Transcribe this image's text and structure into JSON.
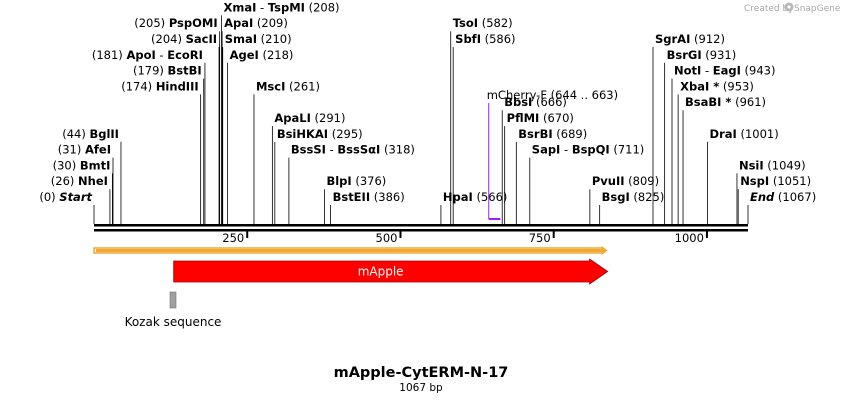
{
  "credit": {
    "prefix": "Created by",
    "brand": "SnapGene"
  },
  "plasmid": {
    "name": "mApple-CytERM-N-17",
    "length_label": "1067 bp",
    "length": 1067
  },
  "scale": {
    "ticks": [
      250,
      500,
      750,
      1000
    ]
  },
  "enzymes": [
    {
      "name": "Start",
      "pos": "(0)",
      "bp": 0,
      "row": 0,
      "kind": "end"
    },
    {
      "name": "NheI",
      "pos": "(26)",
      "bp": 26,
      "row": 1
    },
    {
      "name": "BmtI",
      "pos": "(30)",
      "bp": 30,
      "row": 2
    },
    {
      "name": "AfeI",
      "pos": "(31)",
      "bp": 31,
      "row": 3
    },
    {
      "name": "BglII",
      "pos": "(44)",
      "bp": 44,
      "row": 4
    },
    {
      "name": "HindIII",
      "pos": "(174)",
      "bp": 174,
      "row": 7
    },
    {
      "name": "BstBI",
      "pos": "(179)",
      "bp": 179,
      "row": 8
    },
    {
      "name": "ApoI",
      "pos": "(181)",
      "bp": 181,
      "row": 9,
      "pair": "EcoRI"
    },
    {
      "name": "SacII",
      "pos": "(204)",
      "bp": 204,
      "row": 10
    },
    {
      "name": "PspOMI",
      "pos": "(205)",
      "bp": 205,
      "row": 11
    },
    {
      "name": "XmaI",
      "pos": "(208)",
      "bp": 208,
      "row": 12,
      "pair": "TspMI",
      "posRight": true
    },
    {
      "name": "ApaI",
      "pos": "(209)",
      "bp": 209,
      "row": 11,
      "posRight": true
    },
    {
      "name": "SmaI",
      "pos": "(210)",
      "bp": 210,
      "row": 10,
      "posRight": true
    },
    {
      "name": "AgeI",
      "pos": "(218)",
      "bp": 218,
      "row": 9,
      "posRight": true
    },
    {
      "name": "MscI",
      "pos": "(261)",
      "bp": 261,
      "row": 7,
      "posRight": true
    },
    {
      "name": "ApaLI",
      "pos": "(291)",
      "bp": 291,
      "row": 5,
      "posRight": true
    },
    {
      "name": "BsiHKAI",
      "pos": "(295)",
      "bp": 295,
      "row": 4,
      "posRight": true
    },
    {
      "name": "BssSI",
      "pos": "(318)",
      "bp": 318,
      "row": 3,
      "pair": "BssSαI",
      "posRight": true
    },
    {
      "name": "BlpI",
      "pos": "(376)",
      "bp": 376,
      "row": 1,
      "posRight": true
    },
    {
      "name": "BstEII",
      "pos": "(386)",
      "bp": 386,
      "row": 0,
      "posRight": true
    },
    {
      "name": "HpaI",
      "pos": "(566)",
      "bp": 566,
      "row": 0,
      "posRight": true
    },
    {
      "name": "TsoI",
      "pos": "(582)",
      "bp": 582,
      "row": 11,
      "posRight": true
    },
    {
      "name": "SbfI",
      "pos": "(586)",
      "bp": 586,
      "row": 10,
      "posRight": true
    },
    {
      "name": "BbsI",
      "pos": "(666)",
      "bp": 666,
      "row": 6,
      "posRight": true
    },
    {
      "name": "PflMI",
      "pos": "(670)",
      "bp": 670,
      "row": 5,
      "posRight": true
    },
    {
      "name": "BsrBI",
      "pos": "(689)",
      "bp": 689,
      "row": 4,
      "posRight": true
    },
    {
      "name": "SapI",
      "pos": "(711)",
      "bp": 711,
      "row": 3,
      "pair": "BspQI",
      "posRight": true
    },
    {
      "name": "PvuII",
      "pos": "(809)",
      "bp": 809,
      "row": 1,
      "posRight": true
    },
    {
      "name": "BsgI",
      "pos": "(825)",
      "bp": 825,
      "row": 0,
      "posRight": true
    },
    {
      "name": "SgrAI",
      "pos": "(912)",
      "bp": 912,
      "row": 10,
      "posRight": true
    },
    {
      "name": "BsrGI",
      "pos": "(931)",
      "bp": 931,
      "row": 9,
      "posRight": true
    },
    {
      "name": "NotI",
      "pos": "(943)",
      "bp": 943,
      "row": 8,
      "pair": "EagI",
      "posRight": true
    },
    {
      "name": "XbaI *",
      "pos": "(953)",
      "bp": 953,
      "row": 7,
      "posRight": true
    },
    {
      "name": "BsaBI *",
      "pos": "(961)",
      "bp": 961,
      "row": 6,
      "posRight": true
    },
    {
      "name": "DraI",
      "pos": "(1001)",
      "bp": 1001,
      "row": 4,
      "posRight": true
    },
    {
      "name": "NsiI",
      "pos": "(1049)",
      "bp": 1049,
      "row": 2,
      "posRight": true
    },
    {
      "name": "NspI",
      "pos": "(1051)",
      "bp": 1051,
      "row": 1,
      "posRight": true
    },
    {
      "name": "End",
      "pos": "(1067)",
      "bp": 1067,
      "row": 0,
      "posRight": true,
      "kind": "end"
    }
  ],
  "primer": {
    "name": "mCherry-F",
    "range": "(644 .. 663)",
    "start": 644,
    "end": 663,
    "color": "#a020f0"
  },
  "features": [
    {
      "name": "mApple",
      "type": "cds-arrow",
      "start": 130,
      "end": 838,
      "color": "#ff0000"
    },
    {
      "name": "",
      "type": "orf-line",
      "start": 0,
      "end": 838,
      "color": "#f0a830"
    },
    {
      "name": "Kozak sequence",
      "type": "misc",
      "start": 124,
      "end": 130,
      "color": "#a0a0a0"
    }
  ]
}
